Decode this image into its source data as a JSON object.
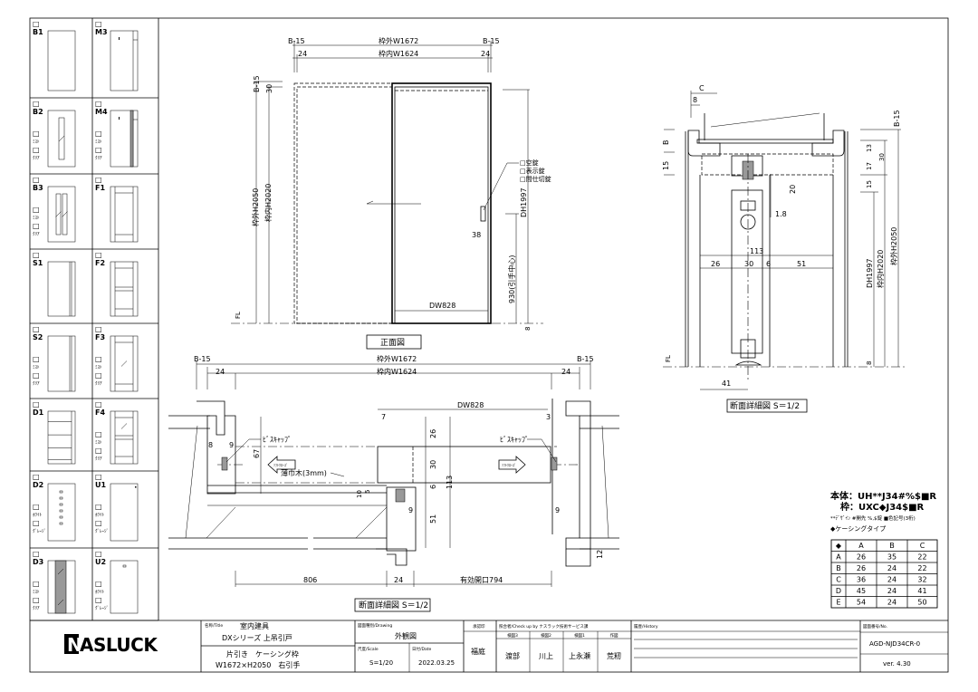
{
  "door_panel": {
    "checkbox": "□",
    "items": [
      {
        "code": "B1",
        "type": "plain",
        "options": []
      },
      {
        "code": "M3",
        "type": "m3",
        "options": []
      },
      {
        "code": "B2",
        "type": "b2",
        "options": [
          "ﾐｽﾄ",
          "ｸﾘｱ"
        ]
      },
      {
        "code": "M4",
        "type": "m4",
        "options": [
          "ﾐｽﾄ",
          "ｸﾘｱ"
        ]
      },
      {
        "code": "B3",
        "type": "b3",
        "options": [
          "ﾐｽﾄ",
          "ｸﾘｱ"
        ]
      },
      {
        "code": "F1",
        "type": "f1",
        "options": []
      },
      {
        "code": "S1",
        "type": "s1",
        "options": []
      },
      {
        "code": "F2",
        "type": "f2",
        "options": []
      },
      {
        "code": "S2",
        "type": "s2",
        "options": [
          "ﾐｽﾄ",
          "ｸﾘｱ"
        ]
      },
      {
        "code": "F3",
        "type": "f3",
        "options": [
          "ﾐｽﾄ",
          "ｸﾘｱ"
        ]
      },
      {
        "code": "D1",
        "type": "d1",
        "options": []
      },
      {
        "code": "F4",
        "type": "f4",
        "options": [
          "ﾐｽﾄ",
          "ｸﾘｱ"
        ]
      },
      {
        "code": "D2",
        "type": "d2",
        "options": [
          "ﾎﾜｲﾄ",
          "ｸﾞﾚｰｼﾞ"
        ]
      },
      {
        "code": "U1",
        "type": "u1",
        "options": [
          "ﾎﾜｲﾄ",
          "ｸﾞﾚｰｼﾞ"
        ]
      },
      {
        "code": "D3",
        "type": "d3",
        "options": [
          "ﾐｽﾄ",
          "ｸﾘｱ"
        ]
      },
      {
        "code": "U2",
        "type": "u2",
        "options": [
          "ﾎﾜｲﾄ",
          "ｸﾞﾚｰｼﾞ"
        ]
      }
    ]
  },
  "front_view": {
    "b15_left": "B-15",
    "b15_right": "B-15",
    "outer_w": "枠外W1672",
    "inner_w": "枠内W1624",
    "dim24_left": "24",
    "dim24_right": "24",
    "b15_top": "B-15",
    "dim30": "30",
    "outer_h": "枠外H2050",
    "inner_h": "枠内H2020",
    "dh": "DH1997",
    "handle_h": "930(引手中心)",
    "dim38": "38",
    "dw": "DW828",
    "dim8": "8",
    "fl": "FL",
    "lock_options": [
      "□空錠",
      "□表示錠",
      "□間仕切錠"
    ],
    "caption": "正面図"
  },
  "plan_section": {
    "b15_left": "B-15",
    "b15_right": "B-15",
    "outer_w": "枠外W1672",
    "inner_w": "枠内W1624",
    "dim24_left": "24",
    "dim24_right": "24",
    "dw": "DW828",
    "dim7": "7",
    "dim3": "3",
    "dim8": "8",
    "dim9a": "9",
    "dim67": "67",
    "screw_cap_left": "ﾋﾞｽｷｬｯﾌﾟ",
    "screw_cap_right": "ﾋﾞｽｷｬｯﾌﾟ",
    "soft_close_left": "ｿﾌﾄｸﾛｰｽﾞ",
    "soft_close_right": "ｿﾌﾄｸﾛｰｽﾞ",
    "baseboard": "薄巾木(3mm)",
    "dim26": "26",
    "dim30": "30",
    "dim6": "6",
    "dim113": "113",
    "dim51": "51",
    "dim10": "10",
    "dim5": "5",
    "dim9b": "9",
    "dim9c": "9",
    "dim12": "12",
    "dim806": "806",
    "dim24_bottom": "24",
    "opening": "有効開口794",
    "caption": "断面詳細図 S＝1/2"
  },
  "side_section": {
    "c": "C",
    "dim8": "8",
    "b": "B",
    "dim15_left": "15",
    "b15": "B-15",
    "dim13": "13",
    "dim17": "17",
    "dim30": "30",
    "dim15_right": "15",
    "dim20": "20",
    "dim1_8": "1.8",
    "dim113": "113",
    "dim26": "26",
    "dim30b": "30",
    "dim6": "6",
    "dim51": "51",
    "dh": "DH1997",
    "inner_h": "枠内H2020",
    "outer_h": "枠外H2050",
    "dim8_bottom": "8",
    "fl": "FL",
    "dim41": "41",
    "caption": "断面詳細図 S＝1/2"
  },
  "spec": {
    "body": "本体：UH**J34#%$■R",
    "frame": "枠：UXC◆J34$■R",
    "legend": "**ﾃﾞｻﾞｲﾝ #開先 %,$錠 ■色記号(3桁)",
    "casing_type": "◆ケーシングタイプ",
    "table": {
      "headers": [
        "◆",
        "A",
        "B",
        "C"
      ],
      "rows": [
        [
          "A",
          "26",
          "35",
          "22"
        ],
        [
          "B",
          "26",
          "24",
          "22"
        ],
        [
          "C",
          "36",
          "24",
          "32"
        ],
        [
          "D",
          "45",
          "24",
          "41"
        ],
        [
          "E",
          "54",
          "24",
          "50"
        ]
      ]
    }
  },
  "title_block": {
    "logo": "NASLUCK",
    "title_label": "名称/Title",
    "title_line1": "室内建具",
    "title_line2": "DXシリーズ 上吊引戸",
    "title_line3": "片引き　ケーシング枠",
    "title_line4": "W1672×H2050　右引手",
    "drawing_label": "図面種別/Drawing",
    "drawing": "外観図",
    "scale_label": "尺度/Scale",
    "scale": "S=1/20",
    "date_label": "日付/Date",
    "date": "2022.03.25",
    "approved_label": "承認印",
    "approved": "福庭",
    "check_label": "照合者/Check up by ナスラック技術サービス課",
    "check_roles": [
      "検図3",
      "検図2",
      "検図1",
      "作図"
    ],
    "check_names": [
      "渡部",
      "川上",
      "上永瀬",
      "荒籾"
    ],
    "history_label": "履歴/History",
    "drawing_no_label": "図面番号/No.",
    "drawing_no": "AGD-NJD34CR-0",
    "version": "ver. 4.30"
  }
}
